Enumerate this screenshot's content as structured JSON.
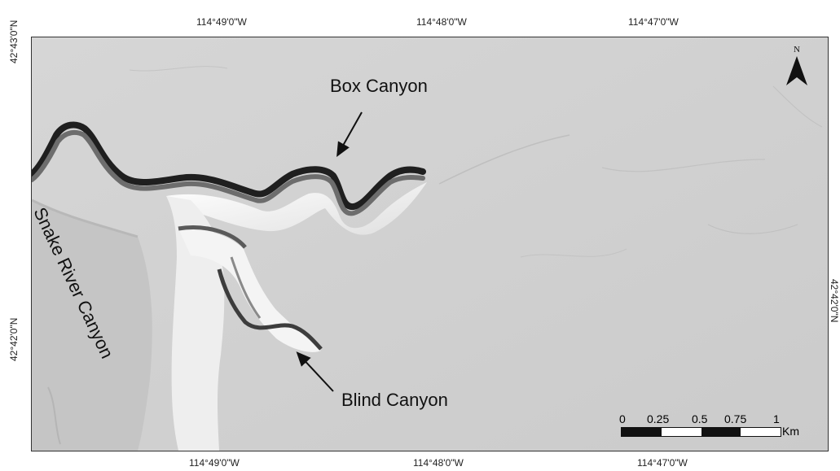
{
  "map": {
    "longitude_labels_top": [
      "114°49'0\"W",
      "114°48'0\"W",
      "114°47'0\"W"
    ],
    "longitude_labels_bottom": [
      "114°49'0\"W",
      "114°48'0\"W",
      "114°47'0\"W"
    ],
    "latitude_labels_left": [
      "42°43'0\"N",
      "42°42'0\"N"
    ],
    "latitude_labels_right": [
      "42°42'0\"N"
    ],
    "annotations": {
      "box_canyon": "Box Canyon",
      "blind_canyon": "Blind Canyon",
      "snake_river_canyon": "Snake River Canyon"
    },
    "north_label": "N",
    "scale": {
      "ticks": [
        "0",
        "0.25",
        "0.5",
        "0.75",
        "1"
      ],
      "unit": "Km"
    }
  }
}
